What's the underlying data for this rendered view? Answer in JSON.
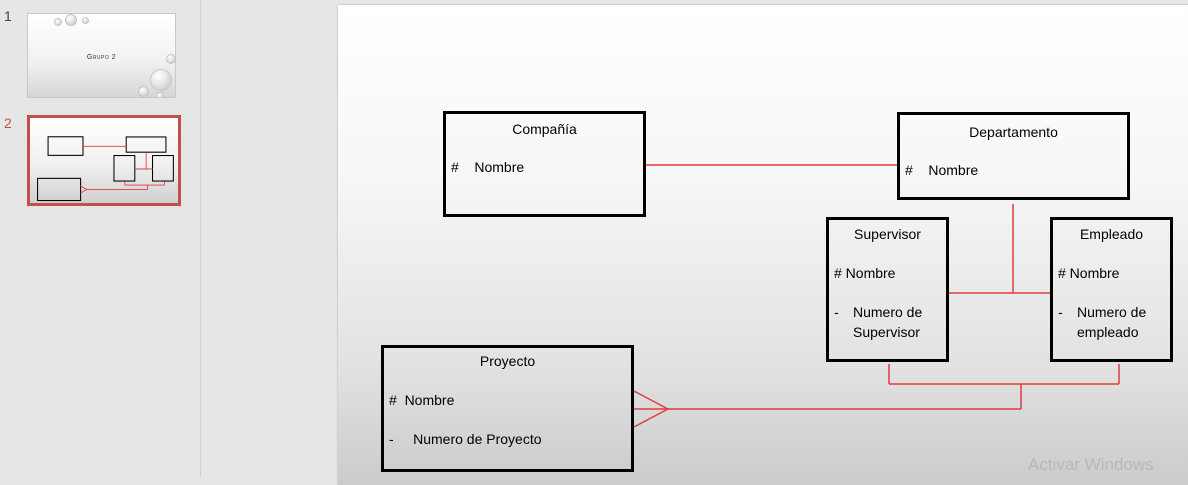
{
  "slides": [
    {
      "number": "1",
      "title": "Grupo 2",
      "selected": false
    },
    {
      "number": "2",
      "selected": true
    }
  ],
  "diagram": {
    "entities": {
      "compania": {
        "title": "Compañía",
        "attr1": "#    Nombre"
      },
      "departamento": {
        "title": "Departamento",
        "attr1": "#    Nombre"
      },
      "supervisor": {
        "title": "Supervisor",
        "attr1": "# Nombre",
        "attr2_bullet": "-",
        "attr2_text": "Numero de Supervisor"
      },
      "empleado": {
        "title": "Empleado",
        "attr1": "# Nombre",
        "attr2_bullet": "-",
        "attr2_text": "Numero de empleado"
      },
      "proyecto": {
        "title": "Proyecto",
        "attr1": "#  Nombre",
        "attr2": "-     Numero de Proyecto"
      }
    },
    "line_color": "#e03c3c",
    "box_border_color": "#000000"
  },
  "watermark": "Activar Windows"
}
